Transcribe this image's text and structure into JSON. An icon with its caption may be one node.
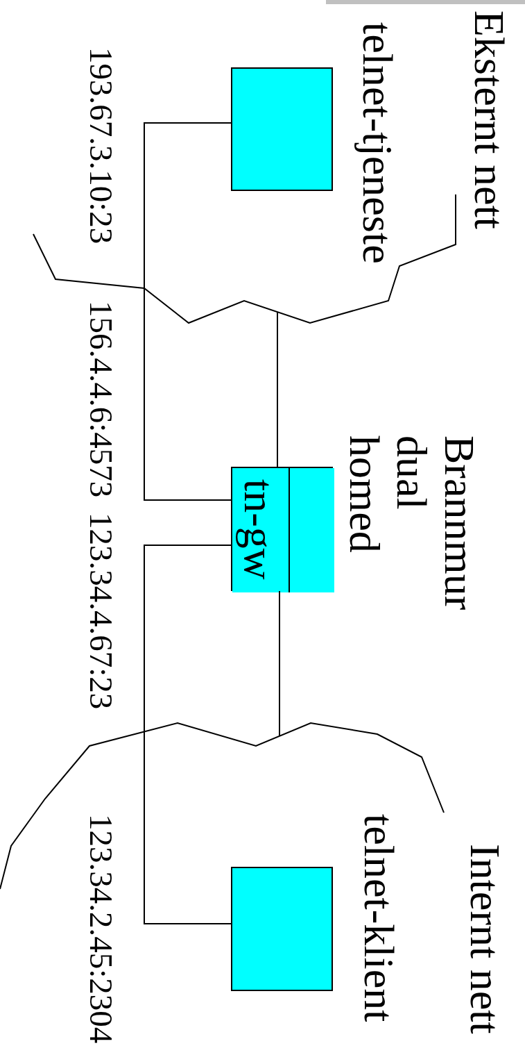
{
  "diagram": {
    "nodes": [
      {
        "text": [
          "telnet-tjeneste"
        ]
      },
      {
        "text": [
          "Brannmur dual homed"
        ]
      },
      {
        "text": [
          "tn-gw"
        ],
        "in": 1
      },
      {
        "text": [],
        "shape": "box",
        "in": 1
      },
      {
        "text": [
          "telnet-klient"
        ]
      }
    ],
    "edges": [
      {
        "from": 0,
        "to": 2,
        "arrow": "none"
      },
      {
        "from": 2,
        "to": 4,
        "arrow": "none"
      },
      {
        "from": null,
        "to": 2,
        "arrow": "none"
      },
      {
        "from": 2,
        "to": null,
        "arrow": "none"
      }
    ],
    "labels": [
      "Eksternt nett",
      "193.67.3.10:23",
      "156.4.4.6:4573",
      "123.34.4.67:23",
      "123.34.2.45:2304",
      "Internt nett"
    ]
  }
}
